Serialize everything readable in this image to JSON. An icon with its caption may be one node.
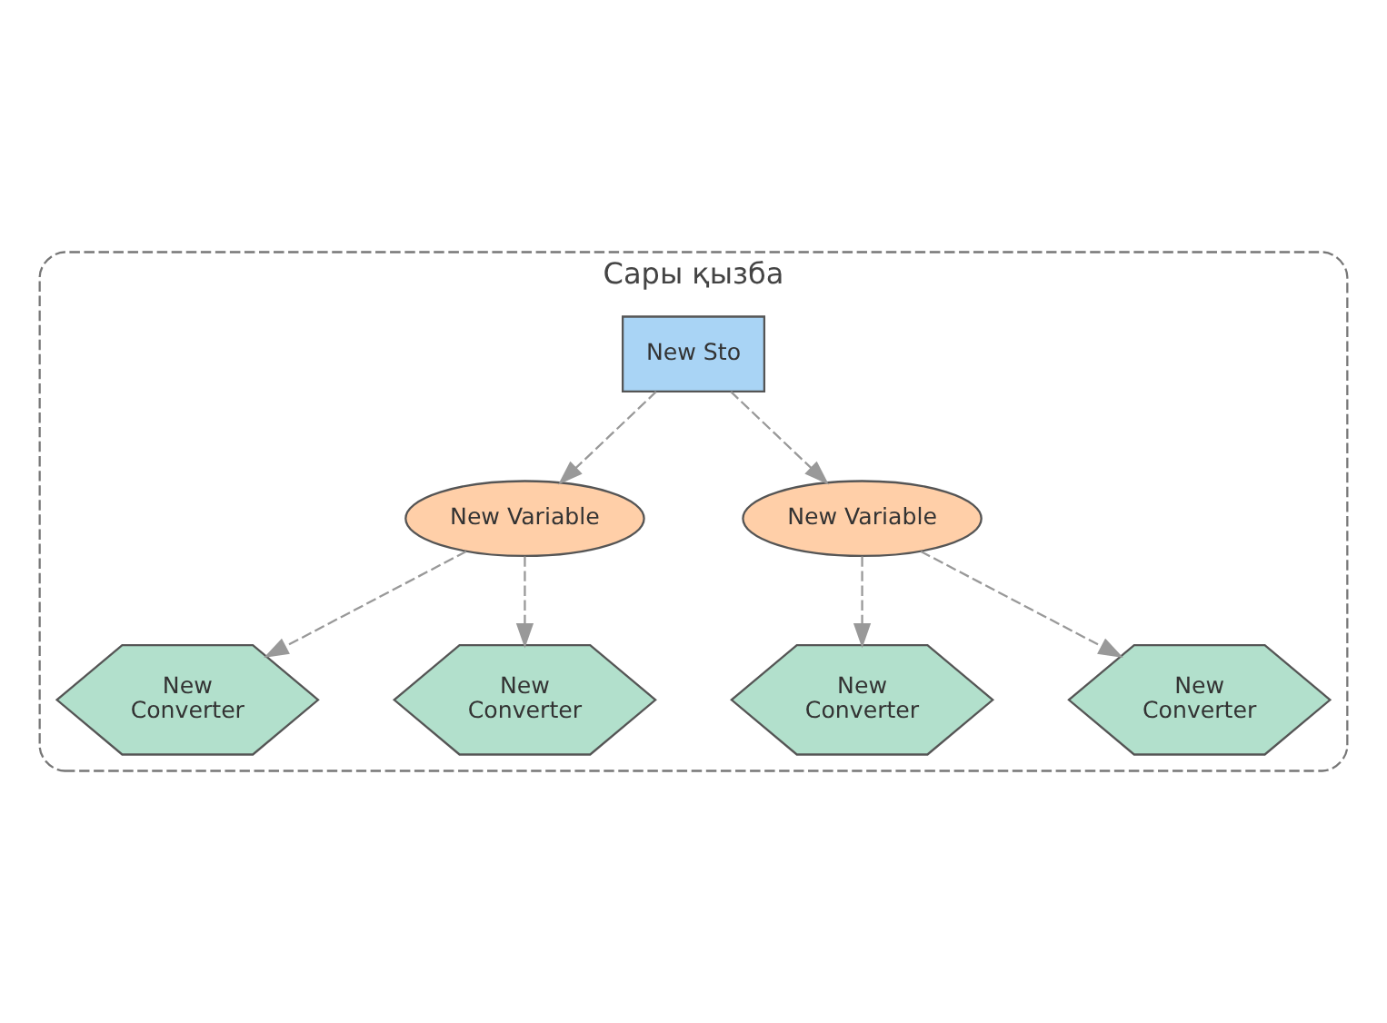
{
  "diagram": {
    "nodes": [
      {
        "text": [
          "Сары қызба"
        ]
      },
      {
        "text": [
          "New Sto"
        ],
        "in": 0
      },
      {
        "text": [
          "New Variable"
        ],
        "in": 0
      },
      {
        "text": [
          "New Variable"
        ],
        "in": 0
      },
      {
        "text": [
          "New Converter"
        ],
        "in": 0
      },
      {
        "text": [
          "New Converter"
        ],
        "in": 0
      },
      {
        "text": [
          "New Converter"
        ],
        "in": 0
      },
      {
        "text": [
          "New Converter"
        ],
        "in": 0
      }
    ],
    "edges": [
      {
        "from": 1,
        "to": 2,
        "arrow": "to",
        "style": "dashed"
      },
      {
        "from": 1,
        "to": 3,
        "arrow": "to",
        "style": "dashed"
      },
      {
        "from": 2,
        "to": 4,
        "arrow": "to",
        "style": "dashed"
      },
      {
        "from": 2,
        "to": 5,
        "arrow": "to",
        "style": "dashed"
      },
      {
        "from": 3,
        "to": 6,
        "arrow": "to",
        "style": "dashed"
      },
      {
        "from": 3,
        "to": 7,
        "arrow": "to",
        "style": "dashed"
      }
    ]
  }
}
